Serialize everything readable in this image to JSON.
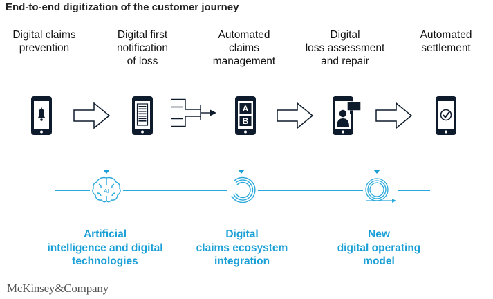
{
  "title": "End-to-end digitization of the customer journey",
  "steps": [
    {
      "label": "Digital claims\nprevention",
      "icon": "phone-bell-icon"
    },
    {
      "label": "Digital first\nnotification\nof loss",
      "icon": "phone-form-icon"
    },
    {
      "label": "Automated\nclaims\nmanagement",
      "icon": "phone-ab-icon"
    },
    {
      "label": "Digital\nloss assessment\nand repair",
      "icon": "phone-video-chat-icon"
    },
    {
      "label": "Automated\nsettlement",
      "icon": "phone-checkmark-icon"
    }
  ],
  "enablers": [
    {
      "label": "Artificial\nintelligence and digital\ntechnologies",
      "icon": "ai-brain-icon"
    },
    {
      "label": "Digital\nclaims ecosystem\nintegration",
      "icon": "ecosystem-rings-icon"
    },
    {
      "label": "New\ndigital operating\nmodel",
      "icon": "operating-model-coil-icon"
    }
  ],
  "ai_icon_text": "AI",
  "phone_ab": {
    "a": "A",
    "b": "B"
  },
  "brand": "McKinsey&Company",
  "colors": {
    "dark": "#0e1b2c",
    "accent": "#29a9db"
  }
}
